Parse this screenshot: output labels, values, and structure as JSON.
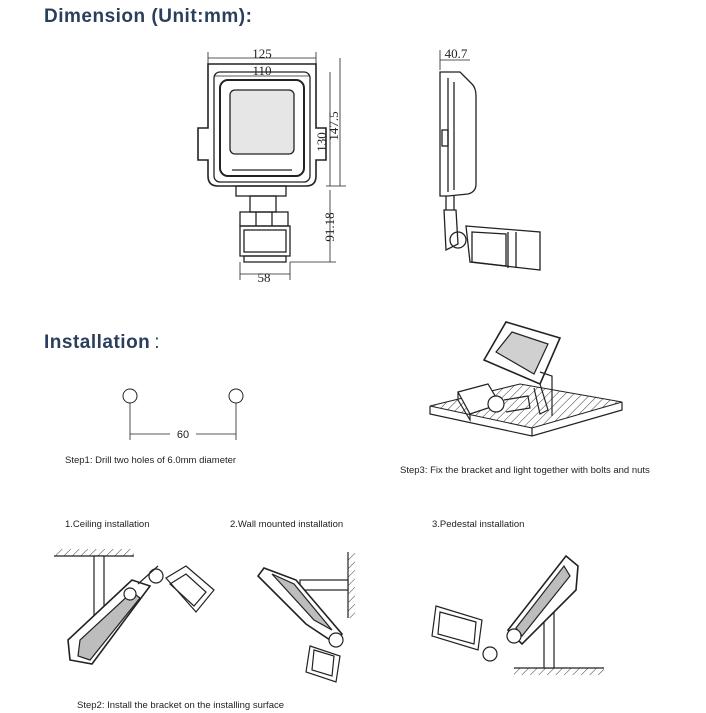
{
  "sections": {
    "dimension_title": "Dimension (Unit:mm):",
    "installation_title": "Installation",
    "installation_colon": ":"
  },
  "dimensions": {
    "width_outer": "125",
    "width_inner": "110",
    "height_body": "130",
    "height_total": "147.5",
    "sensor_height": "91.18",
    "sensor_width": "58",
    "depth": "40.7"
  },
  "drill": {
    "spacing": "60"
  },
  "captions": {
    "step1": "Step1: Drill two holes of 6.0mm diameter",
    "step3": "Step3: Fix the bracket and light together with bolts and nuts",
    "ceiling": "1.Ceiling installation",
    "wall": "2.Wall mounted installation",
    "pedestal": "3.Pedestal installation",
    "step2": "Step2: Install the bracket on the installing surface"
  }
}
